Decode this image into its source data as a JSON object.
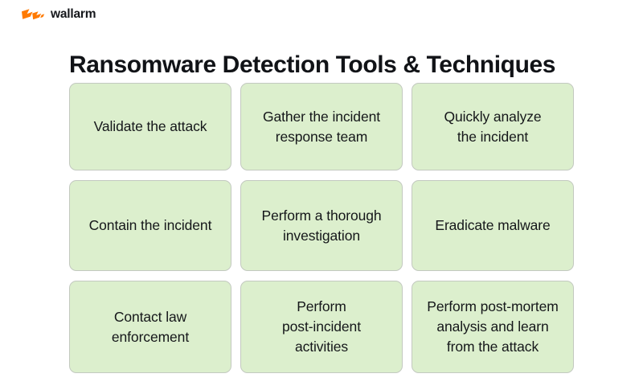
{
  "brand": {
    "name": "wallarm",
    "logo_icon": "wallarm-lightning-mark",
    "logo_color": "#ff7a00",
    "text_color": "#16181c"
  },
  "page": {
    "title": "Ransomware Detection Tools & Techniques",
    "background_color": "#ffffff",
    "title_color": "#111317"
  },
  "colors": {
    "card_fill": "#dcefcd",
    "card_border": "#c3c9c0",
    "card_text": "#15171a",
    "accent_orange": "#ff7a00"
  },
  "diagram": {
    "type": "grid-of-steps",
    "columns": 3,
    "rows": 3,
    "cards": [
      {
        "id": "validate-the-attack",
        "label": "Validate the attack"
      },
      {
        "id": "gather-the-incident-response-team",
        "label": "Gather the incident\nresponse team"
      },
      {
        "id": "quickly-analyze-the-incident",
        "label": "Quickly analyze\nthe incident"
      },
      {
        "id": "contain-the-incident",
        "label": "Contain the incident"
      },
      {
        "id": "perform-a-thorough-investigation",
        "label": "Perform a thorough\ninvestigation"
      },
      {
        "id": "eradicate-malware",
        "label": "Eradicate malware"
      },
      {
        "id": "contact-law-enforcement",
        "label": "Contact law\nenforcement"
      },
      {
        "id": "perform-post-incident-activities",
        "label": "Perform\npost-incident\nactivities"
      },
      {
        "id": "perform-post-mortem-analysis",
        "label": "Perform post-mortem\nanalysis  and learn\nfrom the attack"
      }
    ]
  }
}
